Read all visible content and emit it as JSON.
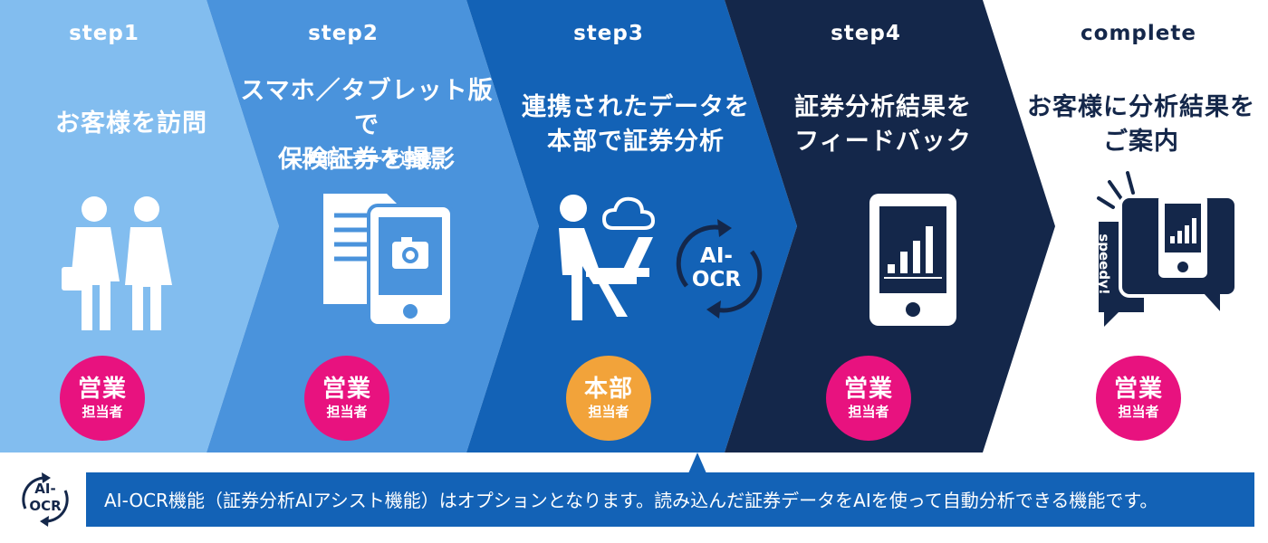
{
  "steps": [
    {
      "label": "step1",
      "title": [
        "お客様を訪問"
      ],
      "subtitle": "",
      "role": {
        "main": "営業",
        "sub": "担当者"
      }
    },
    {
      "label": "step2",
      "title": [
        "スマホ／タブレット版で",
        "保険証券を撮影"
      ],
      "subtitle": "本部へデータ連携",
      "role": {
        "main": "営業",
        "sub": "担当者"
      }
    },
    {
      "label": "step3",
      "title": [
        "連携されたデータを",
        "本部で証券分析"
      ],
      "subtitle": "",
      "role": {
        "main": "本部",
        "sub": "担当者"
      }
    },
    {
      "label": "step4",
      "title": [
        "証券分析結果を",
        "フィードバック"
      ],
      "subtitle": "",
      "role": {
        "main": "営業",
        "sub": "担当者"
      }
    },
    {
      "label": "complete",
      "title": [
        "お客様に分析結果を",
        "ご案内"
      ],
      "subtitle": "",
      "role": {
        "main": "営業",
        "sub": "担当者"
      }
    }
  ],
  "ai_ocr_circle": [
    "AI-",
    "OCR"
  ],
  "speedy_text": "speedy!",
  "badge": [
    "AI-",
    "OCR"
  ],
  "note": "AI-OCR機能（証券分析AIアシスト機能）はオプションとなります。読み込んだ証券データをAIを使って自動分析できる機能です。",
  "colors": {
    "step1": "#82bdef",
    "step2": "#4a93dc",
    "step3": "#1362b6",
    "step4": "#14274a",
    "complete_bg": "#ffffff",
    "pink": "#e8127f",
    "orange": "#f2a33a",
    "banner": "#1362b6",
    "navy": "#14274a"
  }
}
